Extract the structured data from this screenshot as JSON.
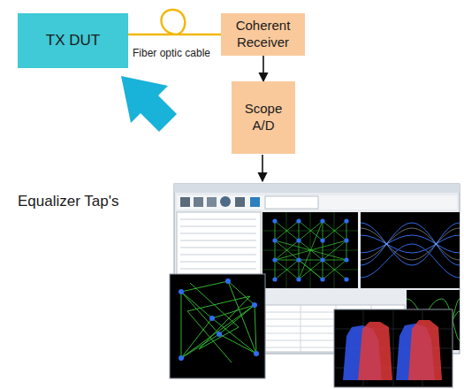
{
  "diagram": {
    "nodes": [
      {
        "text": [
          "TX DUT"
        ]
      },
      {
        "text": [
          "Coherent Receiver"
        ]
      },
      {
        "text": [
          "Scope A/D"
        ]
      }
    ],
    "edges": [
      {
        "from": 0,
        "to": 1,
        "label": "Fiber optic cable",
        "arrow": "none"
      },
      {
        "from": 1,
        "to": 2,
        "arrow": "to"
      }
    ],
    "labels": [
      "Equalizer Tap's"
    ]
  }
}
